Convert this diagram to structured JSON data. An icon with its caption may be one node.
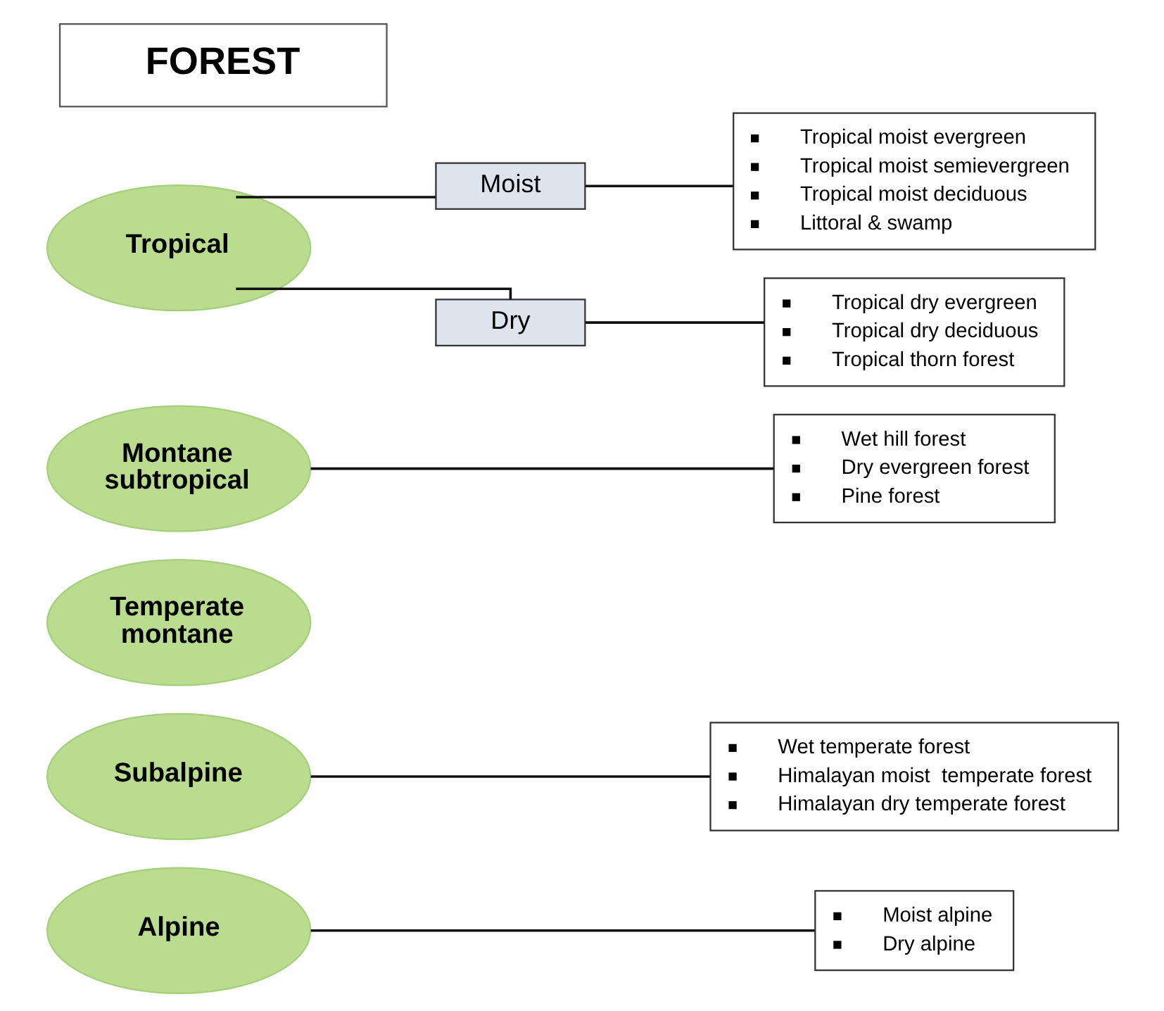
{
  "diagram": {
    "title": "FOREST",
    "nodes": [
      {
        "text": [
          "Tropical"
        ]
      },
      {
        "text": [
          "Moist"
        ]
      },
      {
        "text": [
          "Dry"
        ]
      },
      {
        "text": [
          "Tropical moist evergreen",
          "Tropical moist semievergreen",
          "Tropical moist deciduous",
          "Littoral & swamp"
        ]
      },
      {
        "text": [
          "Tropical dry evergreen",
          "Tropical dry deciduous",
          "Tropical thorn forest"
        ]
      },
      {
        "text": [
          "Montane subtropical"
        ]
      },
      {
        "text": [
          "Wet hill forest",
          "Dry evergreen forest",
          "Pine forest"
        ]
      },
      {
        "text": [
          "Temperate montane"
        ]
      },
      {
        "text": [
          "Subalpine"
        ]
      },
      {
        "text": [
          "Wet temperate forest",
          "Himalayan moist  temperate forest",
          "Himalayan dry temperate forest"
        ]
      },
      {
        "text": [
          "Alpine"
        ]
      },
      {
        "text": [
          "Moist alpine",
          "Dry alpine"
        ]
      }
    ],
    "edges": [
      {
        "from": 0,
        "to": 1,
        "arrow": "none"
      },
      {
        "from": 0,
        "to": 2,
        "arrow": "none"
      },
      {
        "from": 1,
        "to": 3,
        "arrow": "none"
      },
      {
        "from": 2,
        "to": 4,
        "arrow": "none"
      },
      {
        "from": 5,
        "to": 6,
        "arrow": "none"
      },
      {
        "from": 8,
        "to": 9,
        "arrow": "none"
      },
      {
        "from": 10,
        "to": 11,
        "arrow": "none"
      }
    ]
  }
}
